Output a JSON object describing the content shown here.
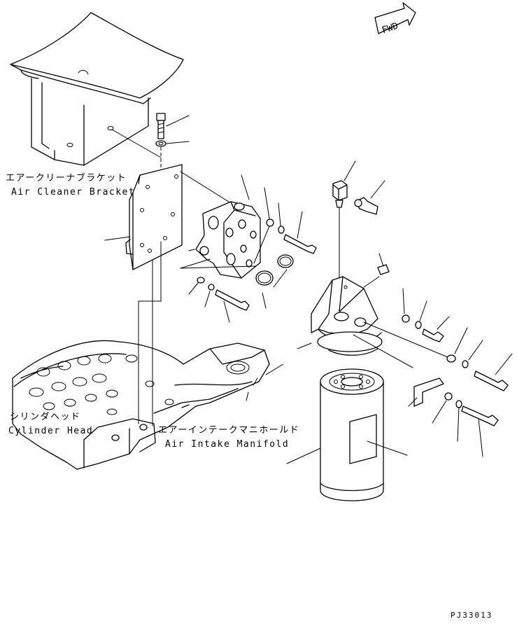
{
  "labels": {
    "air_cleaner_bracket_jp": "エアークリーナブラケット",
    "air_cleaner_bracket_en": "Air Cleaner Bracket",
    "cylinder_head_jp": "シリンダヘッド",
    "cylinder_head_en": "Cylinder Head",
    "air_intake_manifold_jp": "エアーインテークマニホールド",
    "air_intake_manifold_en": "Air Intake Manifold",
    "fwd": "FWD",
    "drawing_number": "PJ33013"
  },
  "colors": {
    "line": "#000000",
    "background": "#ffffff"
  },
  "icons": {
    "direction_arrow": "fwd-arrow-icon"
  }
}
